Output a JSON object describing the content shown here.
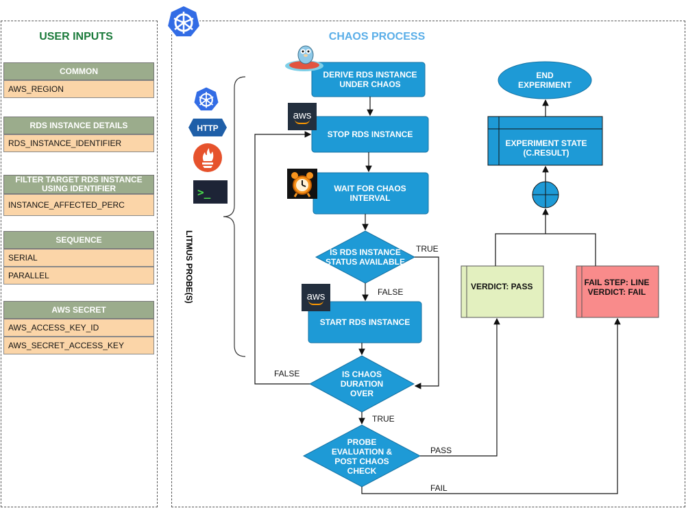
{
  "user_inputs": {
    "title": "USER INPUTS",
    "groups": [
      {
        "header": "COMMON",
        "rows": [
          "AWS_REGION"
        ]
      },
      {
        "header": "RDS INSTANCE DETAILS",
        "rows": [
          "RDS_INSTANCE_IDENTIFIER"
        ]
      },
      {
        "header": "FILTER TARGET RDS INSTANCE USING IDENTIFIER",
        "rows": [
          "INSTANCE_AFFECTED_PERC"
        ]
      },
      {
        "header": "SEQUENCE",
        "rows": [
          "SERIAL",
          "PARALLEL"
        ]
      },
      {
        "header": "AWS SECRET",
        "rows": [
          "AWS_ACCESS_KEY_ID",
          "AWS_SECRET_ACCESS_KEY"
        ]
      }
    ]
  },
  "chaos_process": {
    "title": "CHAOS PROCESS",
    "steps": {
      "derive": "DERIVE RDS INSTANCE UNDER CHAOS",
      "stop": "STOP  RDS INSTANCE",
      "wait": "WAIT FOR CHAOS INTERVAL",
      "is_available": "IS RDS INSTANCE STATUS AVAILABLE",
      "start": "START  RDS INSTANCE",
      "is_duration_over": "IS CHAOS DURATION OVER",
      "probe_eval": "PROBE EVALUATION & POST CHAOS CHECK",
      "end": "END EXPERIMENT",
      "experiment_state": "EXPERIMENT STATE (C.RESULT)",
      "verdict_pass": "VERDICT: PASS",
      "verdict_fail": "FAIL STEP: LINE VERDICT: FAIL"
    },
    "edges": {
      "true_1": "TRUE",
      "false_1": "FALSE",
      "false_2": "FALSE",
      "true_2": "TRUE",
      "pass": "PASS",
      "fail": "FAIL"
    },
    "probe_label": "LITMUS PROBE(S)",
    "probe_icons": {
      "http": "HTTP",
      "terminal": ">_"
    },
    "aws_logo_text": "aws"
  },
  "colors": {
    "user_title": "#1a7a3a",
    "chaos_title": "#5aaee8",
    "process_blue": "#1e9ad6",
    "pass_green": "#e3f0bf",
    "fail_red": "#f98b8b",
    "group_header": "#9bac8c",
    "group_row": "#fbd5a8"
  },
  "icons": [
    "kubernetes-icon",
    "http-icon",
    "prometheus-icon",
    "terminal-icon",
    "aws-icon",
    "alarm-clock-icon",
    "gopher-mascot-icon"
  ]
}
